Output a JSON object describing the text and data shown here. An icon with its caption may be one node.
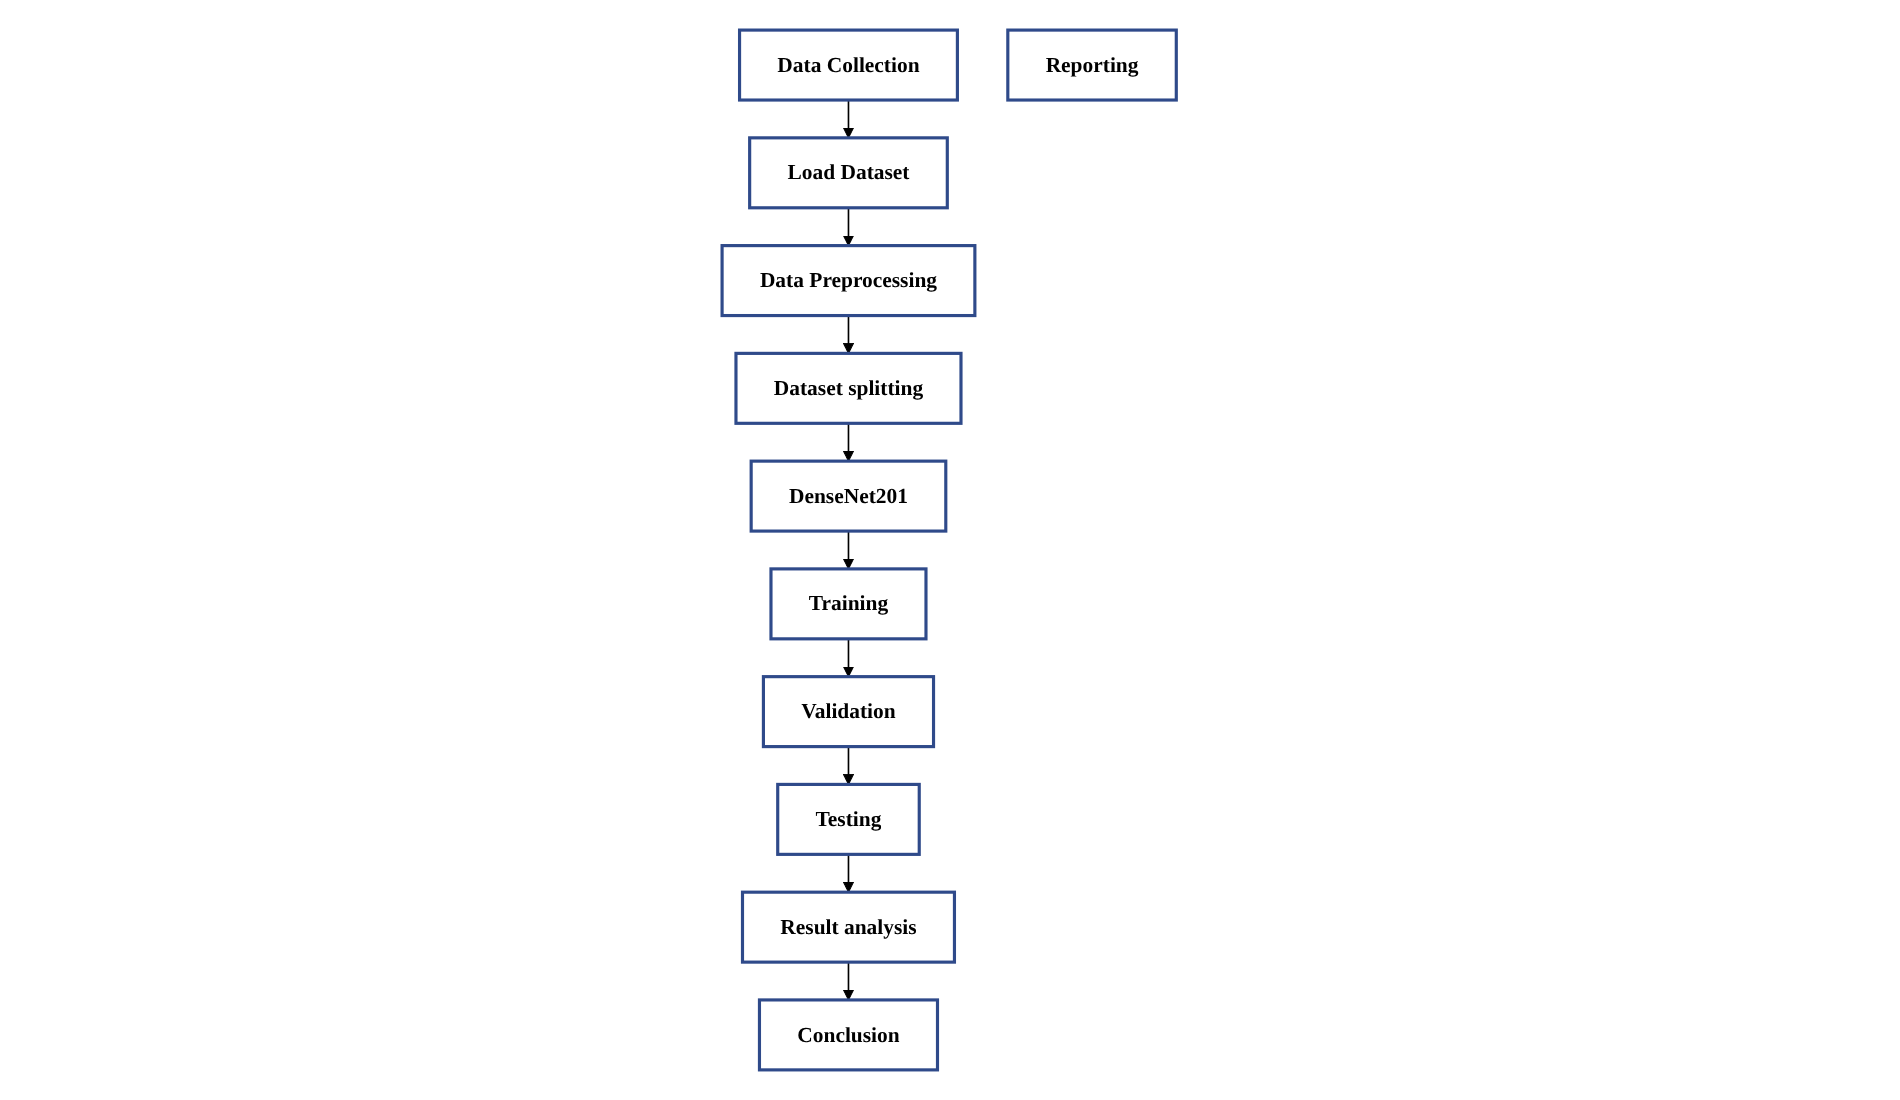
{
  "diagram": {
    "nodes": [
      {
        "text": [
          "Data Collection"
        ]
      },
      {
        "text": [
          "Load Dataset"
        ]
      },
      {
        "text": [
          "Data Preprocessing"
        ]
      },
      {
        "text": [
          "Dataset splitting"
        ]
      },
      {
        "text": [
          "DenseNet201"
        ]
      },
      {
        "text": [
          "Training"
        ]
      },
      {
        "text": [
          "Validation"
        ]
      },
      {
        "text": [
          "Testing"
        ]
      },
      {
        "text": [
          "Result analysis"
        ]
      },
      {
        "text": [
          "Conclusion"
        ]
      },
      {
        "text": [
          "Reporting"
        ]
      }
    ],
    "edges": [
      {
        "from": 0,
        "to": 1,
        "arrow": "to"
      },
      {
        "from": 1,
        "to": 2,
        "arrow": "to"
      },
      {
        "from": 2,
        "to": 3,
        "arrow": "to"
      },
      {
        "from": 3,
        "to": 4,
        "arrow": "to"
      },
      {
        "from": 4,
        "to": 5,
        "arrow": "to"
      },
      {
        "from": 5,
        "to": 6,
        "arrow": "to"
      },
      {
        "from": 6,
        "to": 7,
        "arrow": "to"
      },
      {
        "from": 7,
        "to": 8,
        "arrow": "to"
      },
      {
        "from": 8,
        "to": 9,
        "arrow": "to"
      }
    ]
  }
}
